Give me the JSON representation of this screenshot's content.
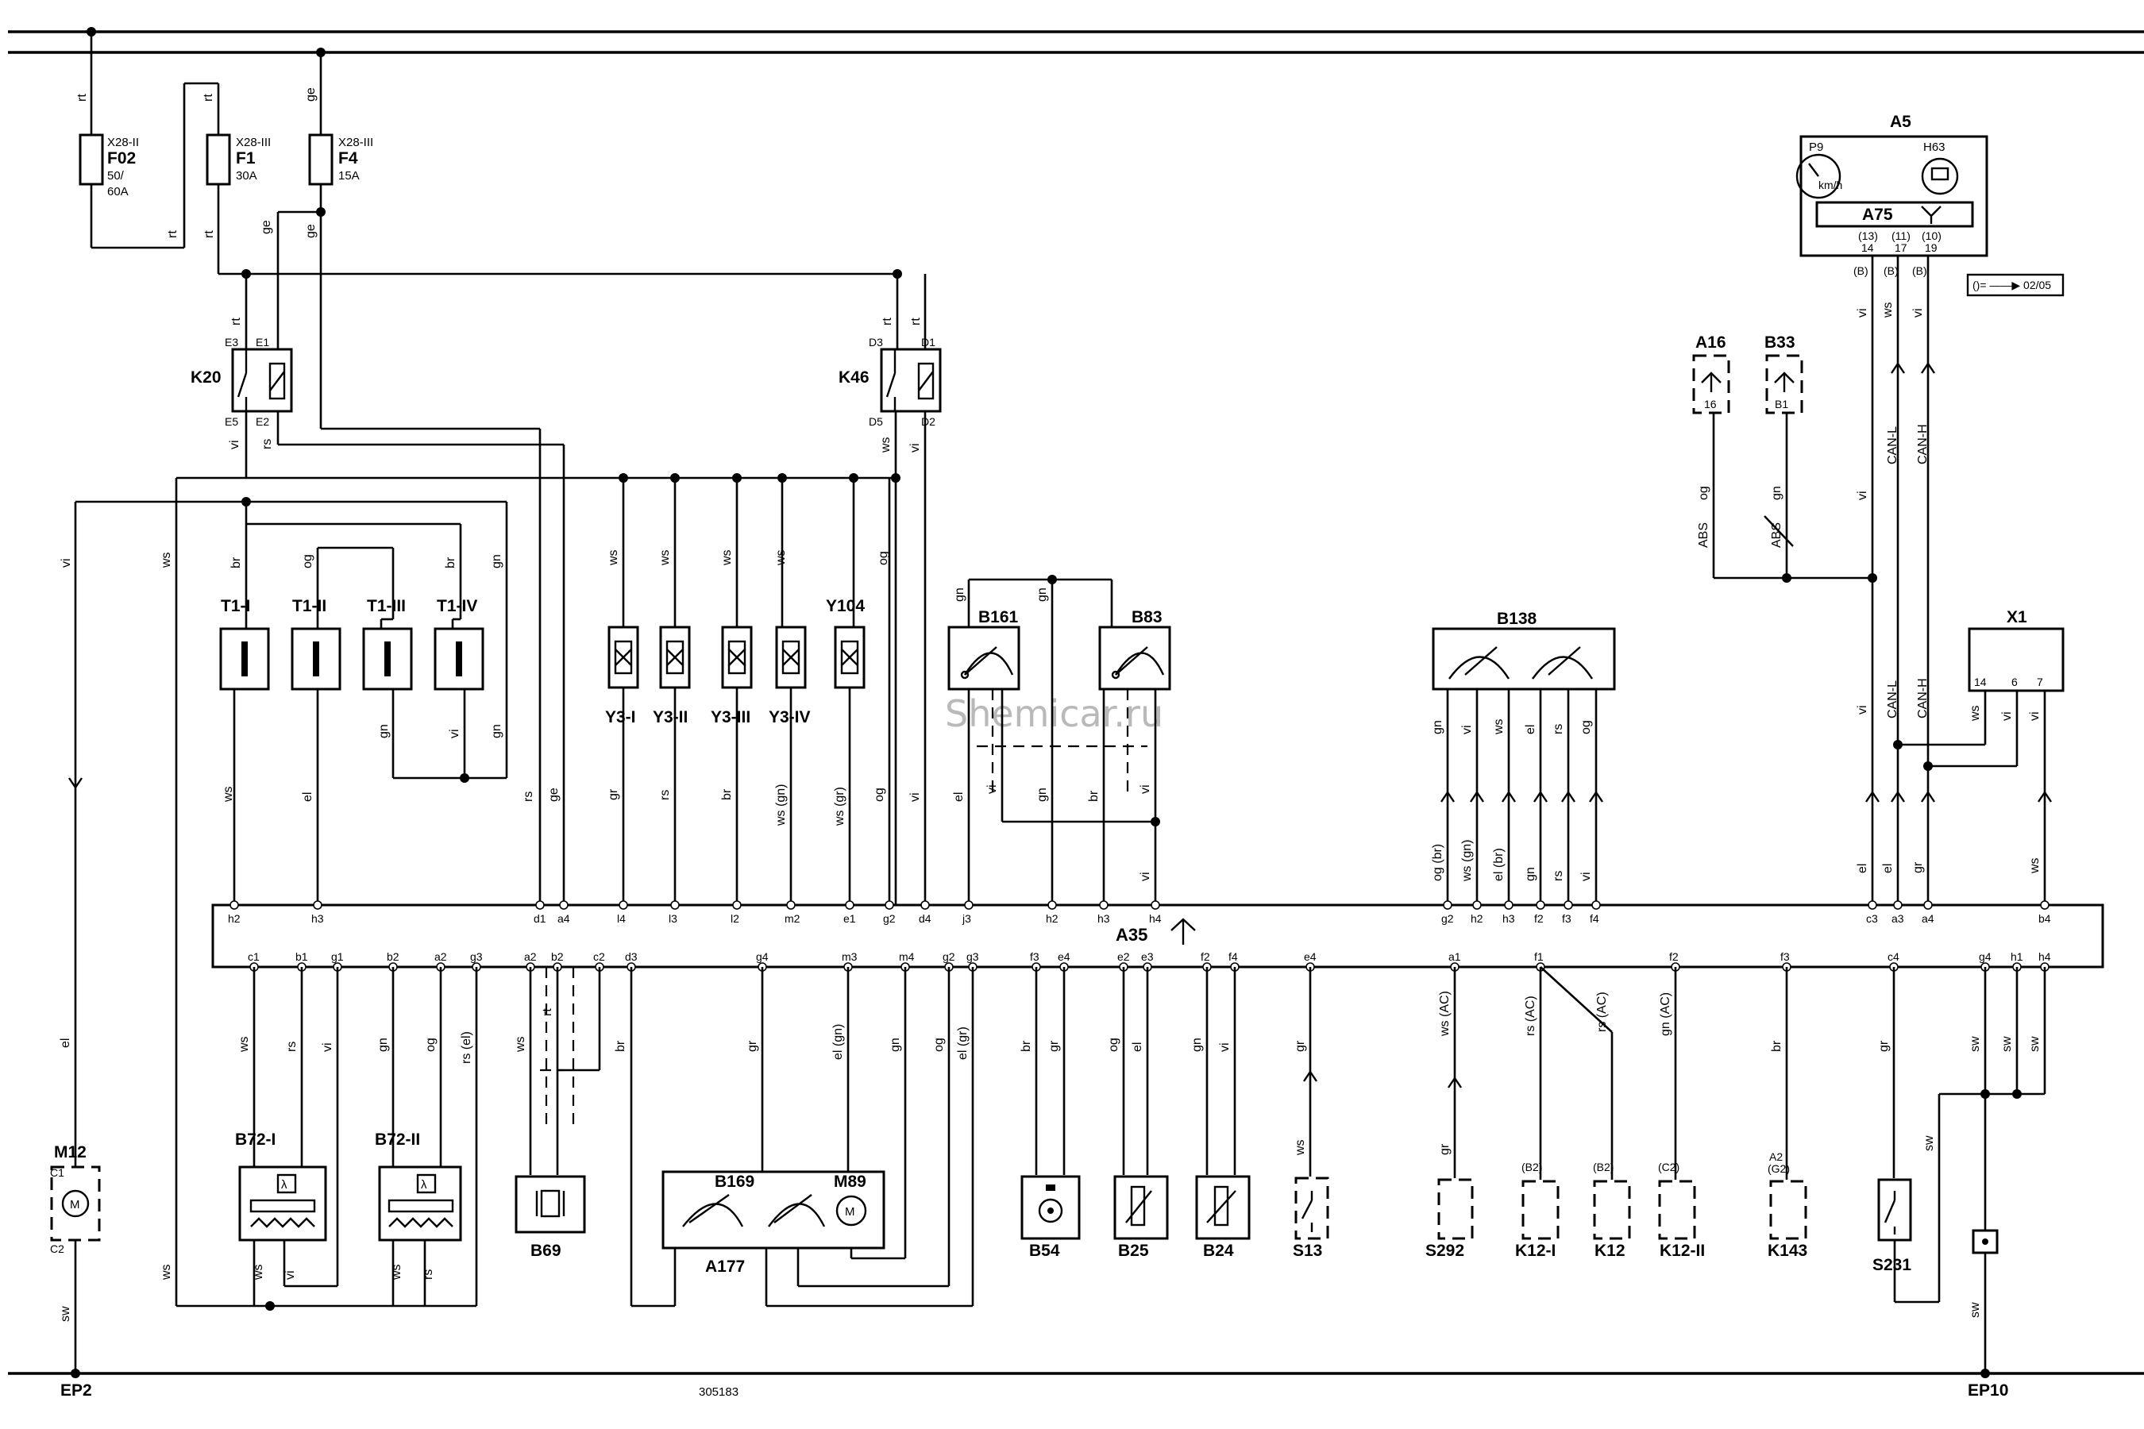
{
  "watermark": "Shemicar.ru",
  "drawing_number": "305183",
  "fuses": [
    {
      "slot": "X28-II",
      "name": "F02",
      "rating_1": "50/",
      "rating_2": "60A"
    },
    {
      "slot": "X28-III",
      "name": "F1",
      "rating_1": "30A",
      "rating_2": ""
    },
    {
      "slot": "X28-III",
      "name": "F4",
      "rating_1": "15A",
      "rating_2": ""
    }
  ],
  "relays": [
    {
      "name": "K20",
      "pins": [
        "E3",
        "E1",
        "E5",
        "E2"
      ]
    },
    {
      "name": "K46",
      "pins": [
        "D3",
        "D1",
        "D5",
        "D2"
      ]
    }
  ],
  "coils": [
    "T1-I",
    "T1-II",
    "T1-III",
    "T1-IV"
  ],
  "injectors": [
    "Y3-I",
    "Y3-II",
    "Y3-III",
    "Y3-IV",
    "Y104"
  ],
  "sensors_top": [
    "B161",
    "B83"
  ],
  "b138": "B138",
  "instrument": {
    "name": "A5",
    "p9": "P9",
    "h63": "H63",
    "a75": "A75",
    "kmh": "km/h",
    "pin_a": "(13)",
    "pin_b": "(11)",
    "pin_c": "(10)",
    "pin_d": "14",
    "pin_e": "17",
    "pin_f": "19",
    "note": "()= ——▶ 02/05"
  },
  "abs": {
    "a16": "A16",
    "b33": "B33",
    "pin_a16": "16",
    "pin_b33": "B1",
    "abs_label": "ABS"
  },
  "x1": {
    "name": "X1",
    "pins": [
      "14",
      "6",
      "7"
    ]
  },
  "ecu": {
    "name": "A35"
  },
  "ecu_top_pins": [
    "h2",
    "h3",
    "d1",
    "a4",
    "l4",
    "l3",
    "l2",
    "m2",
    "e1",
    "g2",
    "d4",
    "j3",
    "h2",
    "h3",
    "h4",
    "g2",
    "h2",
    "h3",
    "f2",
    "f3",
    "f4",
    "c3",
    "a3",
    "a4",
    "b4"
  ],
  "ecu_bottom_pins": [
    "c1",
    "b1",
    "g1",
    "b2",
    "a2",
    "g3",
    "a2",
    "b2",
    "c2",
    "d3",
    "g4",
    "m3",
    "m4",
    "g2",
    "g3",
    "f3",
    "e4",
    "e2",
    "e3",
    "f2",
    "f4",
    "e4",
    "a1",
    "f1",
    "f2",
    "f3",
    "c4",
    "g4",
    "h1",
    "h4"
  ],
  "bottom_components": [
    "B72-I",
    "B72-II",
    "B69",
    "B169",
    "M89",
    "A177",
    "B54",
    "B25",
    "B24",
    "S13",
    "S292",
    "K12-I",
    "K12",
    "K12-II",
    "K143",
    "S231"
  ],
  "motor": {
    "name": "M12",
    "pin_top": "C1",
    "pin_bottom": "C2"
  },
  "grounds": [
    "EP2",
    "EP10"
  ],
  "wire_colors": {
    "rt": "rt",
    "ge": "ge",
    "vi": "vi",
    "ws": "ws",
    "rs": "rs",
    "br": "br",
    "og": "og",
    "gn": "gn",
    "el": "el",
    "gr": "gr",
    "sw": "sw",
    "ws_gn": "ws (gn)",
    "ws_gr": "ws (gr)",
    "el_gn": "el (gn)",
    "el_gr": "el (gr)",
    "rs_el": "rs (el)",
    "og_br": "og (br)",
    "el_br": "el (br)",
    "ws_ac": "ws (AC)",
    "rs_ac": "rs (AC)",
    "gn_ac": "gn (AC)",
    "can_l": "CAN-L",
    "can_h": "CAN-H",
    "abs": "ABS",
    "b2_pin": "(B2)",
    "c2_pin": "(C2)",
    "g2_pin": "(G2)",
    "a2_pin": "A2",
    "b_paren": "(B)"
  }
}
